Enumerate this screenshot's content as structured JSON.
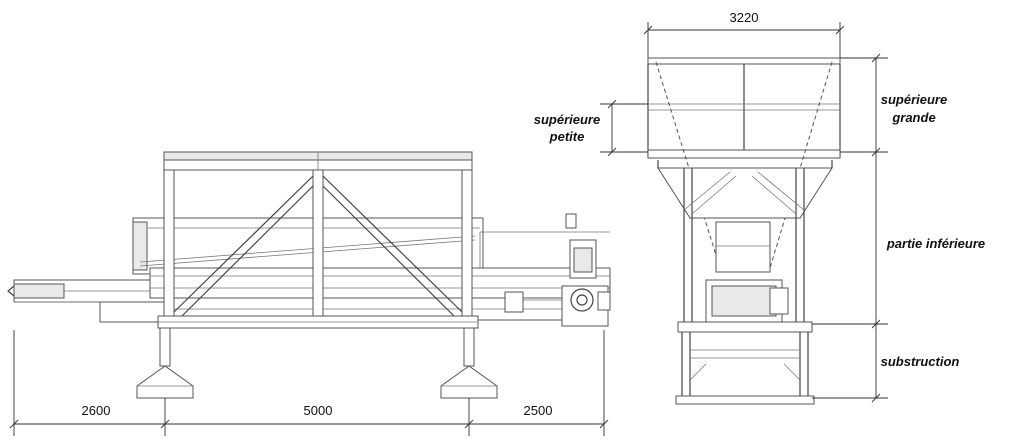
{
  "dimensions": {
    "width_right": "3220",
    "seg_left": "2600",
    "seg_middle": "5000",
    "seg_right": "2500"
  },
  "labels": {
    "top_small_line1": "supérieure",
    "top_small_line2": "petite",
    "top_large_line1": "supérieure",
    "top_large_line2": "grande",
    "lower_part": "partie inférieure",
    "substructure": "substruction"
  }
}
